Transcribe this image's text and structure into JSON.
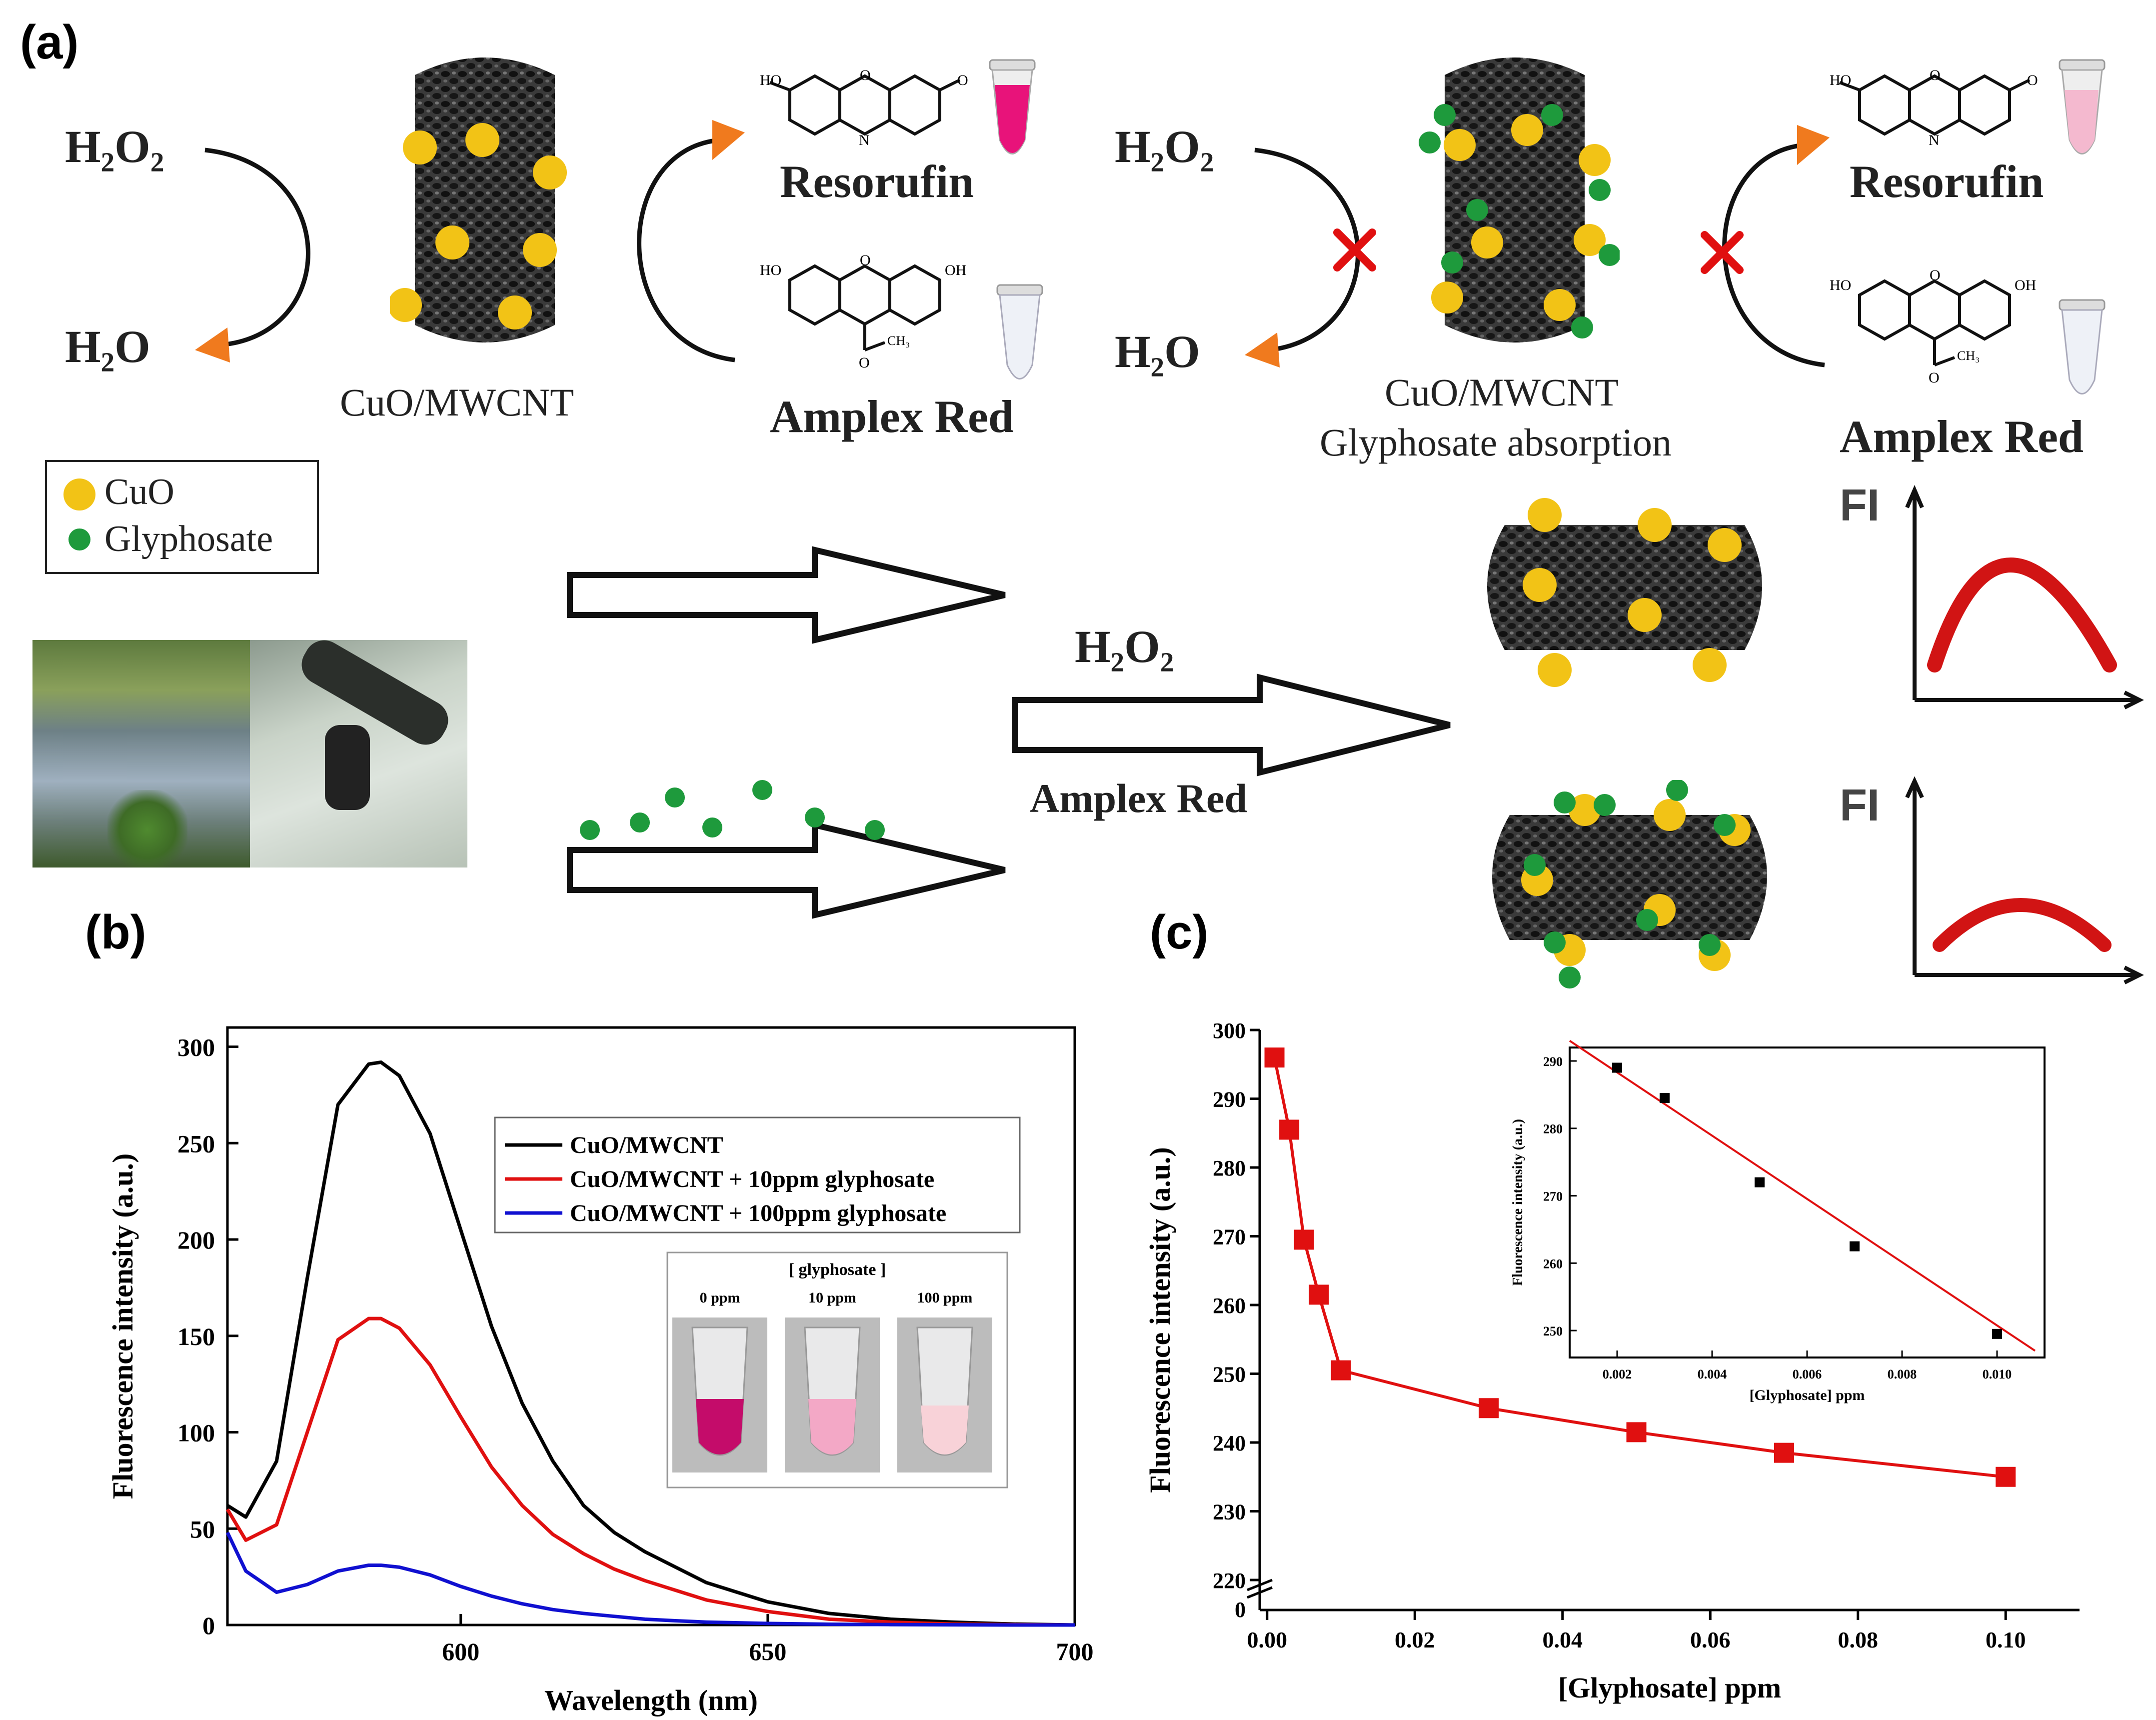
{
  "panels": {
    "a": "(a)",
    "b": "(b)",
    "c": "(c)"
  },
  "scheme": {
    "h2o2": "H₂O₂",
    "h2o": "H₂O",
    "resorufin": "Resorufin",
    "amplex_red": "Amplex Red",
    "cuo_mwcnt": "CuO/MWCNT",
    "glyphosate_absorption": "Glyphosate absorption",
    "fi": "FI",
    "h2o2_arrow": "H₂O₂",
    "amplex_red_arrow": "Amplex Red"
  },
  "legend": {
    "cuo": "CuO",
    "glyphosate": "Glyphosate"
  },
  "colors": {
    "cuo": "#f2c316",
    "glyphosate": "#1e9a3c",
    "curve_red": "#d11414",
    "black": "#000000",
    "red": "#e01010",
    "blue": "#1010d0",
    "resorufin_pink": "#e8137a"
  },
  "chart_data": [
    {
      "type": "line",
      "panel": "(b)",
      "xlabel": "Wavelength (nm)",
      "ylabel": "Fluorescence intensity (a.u.)",
      "xlim": [
        562,
        700
      ],
      "ylim": [
        0,
        310
      ],
      "xticks": [
        "600",
        "650",
        "700"
      ],
      "yticks": [
        "0",
        "50",
        "100",
        "150",
        "200",
        "250",
        "300"
      ],
      "legend_position": "top-right",
      "x": [
        562,
        565,
        570,
        575,
        580,
        585,
        587,
        590,
        595,
        600,
        605,
        610,
        615,
        620,
        625,
        630,
        635,
        640,
        650,
        660,
        670,
        680,
        690,
        700
      ],
      "series": [
        {
          "name": "CuO/MWCNT",
          "color": "#000000",
          "values": [
            62,
            56,
            85,
            180,
            270,
            291,
            292,
            285,
            255,
            205,
            155,
            115,
            85,
            62,
            48,
            38,
            30,
            22,
            12,
            6,
            3,
            1.5,
            0.5,
            0
          ]
        },
        {
          "name": "CuO/MWCNT + 10ppm glyphosate",
          "color": "#e01010",
          "values": [
            60,
            44,
            52,
            100,
            148,
            159,
            159,
            154,
            135,
            108,
            82,
            62,
            47,
            37,
            29,
            23,
            18,
            13,
            7,
            3,
            1.5,
            0.5,
            0.2,
            0
          ]
        },
        {
          "name": "CuO/MWCNT + 100ppm glyphosate",
          "color": "#1010d0",
          "values": [
            48,
            28,
            17,
            21,
            28,
            31,
            31,
            30,
            26,
            20,
            15,
            11,
            8,
            6,
            4.5,
            3,
            2.2,
            1.5,
            0.8,
            0.4,
            0.2,
            0.1,
            0,
            0
          ]
        }
      ],
      "inset": {
        "title": "[ glyphosate ]",
        "labels": [
          "0 ppm",
          "10 ppm",
          "100 ppm"
        ]
      }
    },
    {
      "type": "line",
      "panel": "(c)",
      "xlabel": "[Glyphosate] ppm",
      "ylabel": "Fluorescence intensity (a.u.)",
      "xlim": [
        -0.001,
        0.11
      ],
      "ylim": [
        220,
        300
      ],
      "y_axis_break": true,
      "xticks": [
        "0.00",
        "0.02",
        "0.04",
        "0.06",
        "0.08",
        "0.10"
      ],
      "yticks": [
        "220",
        "230",
        "240",
        "250",
        "260",
        "270",
        "280",
        "290",
        "300"
      ],
      "x": [
        0.001,
        0.003,
        0.005,
        0.007,
        0.01,
        0.03,
        0.05,
        0.07,
        0.1
      ],
      "values": [
        296,
        285.5,
        269.5,
        261.5,
        250.5,
        245,
        241.5,
        238.5,
        235
      ],
      "inset": {
        "type": "scatter",
        "xlabel": "[Glyphosate] ppm",
        "ylabel": "Fluorescence intensity (a.u.)",
        "xticks": [
          "0.002",
          "0.004",
          "0.006",
          "0.008",
          "0.010"
        ],
        "yticks": [
          "250",
          "260",
          "270",
          "280",
          "290"
        ],
        "xlim": [
          0.001,
          0.011
        ],
        "ylim": [
          246,
          292
        ],
        "x": [
          0.002,
          0.003,
          0.005,
          0.007,
          0.01
        ],
        "values": [
          289,
          284.5,
          272,
          262.5,
          249.5
        ],
        "fit_line": {
          "x": [
            0.001,
            0.0108
          ],
          "y": [
            293,
            247
          ]
        }
      }
    }
  ]
}
